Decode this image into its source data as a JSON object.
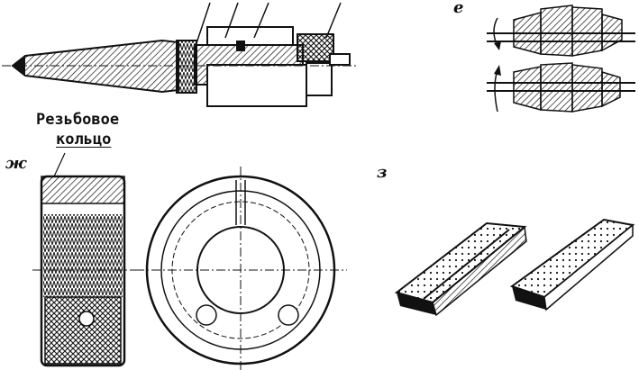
{
  "labels": {
    "panel_e": "е",
    "panel_zh": "ж",
    "panel_z": "з"
  },
  "caption": {
    "line1": "Резьбовое",
    "line2": "кольцо"
  },
  "colors": {
    "ink": "#111111",
    "paper": "#ffffff"
  }
}
